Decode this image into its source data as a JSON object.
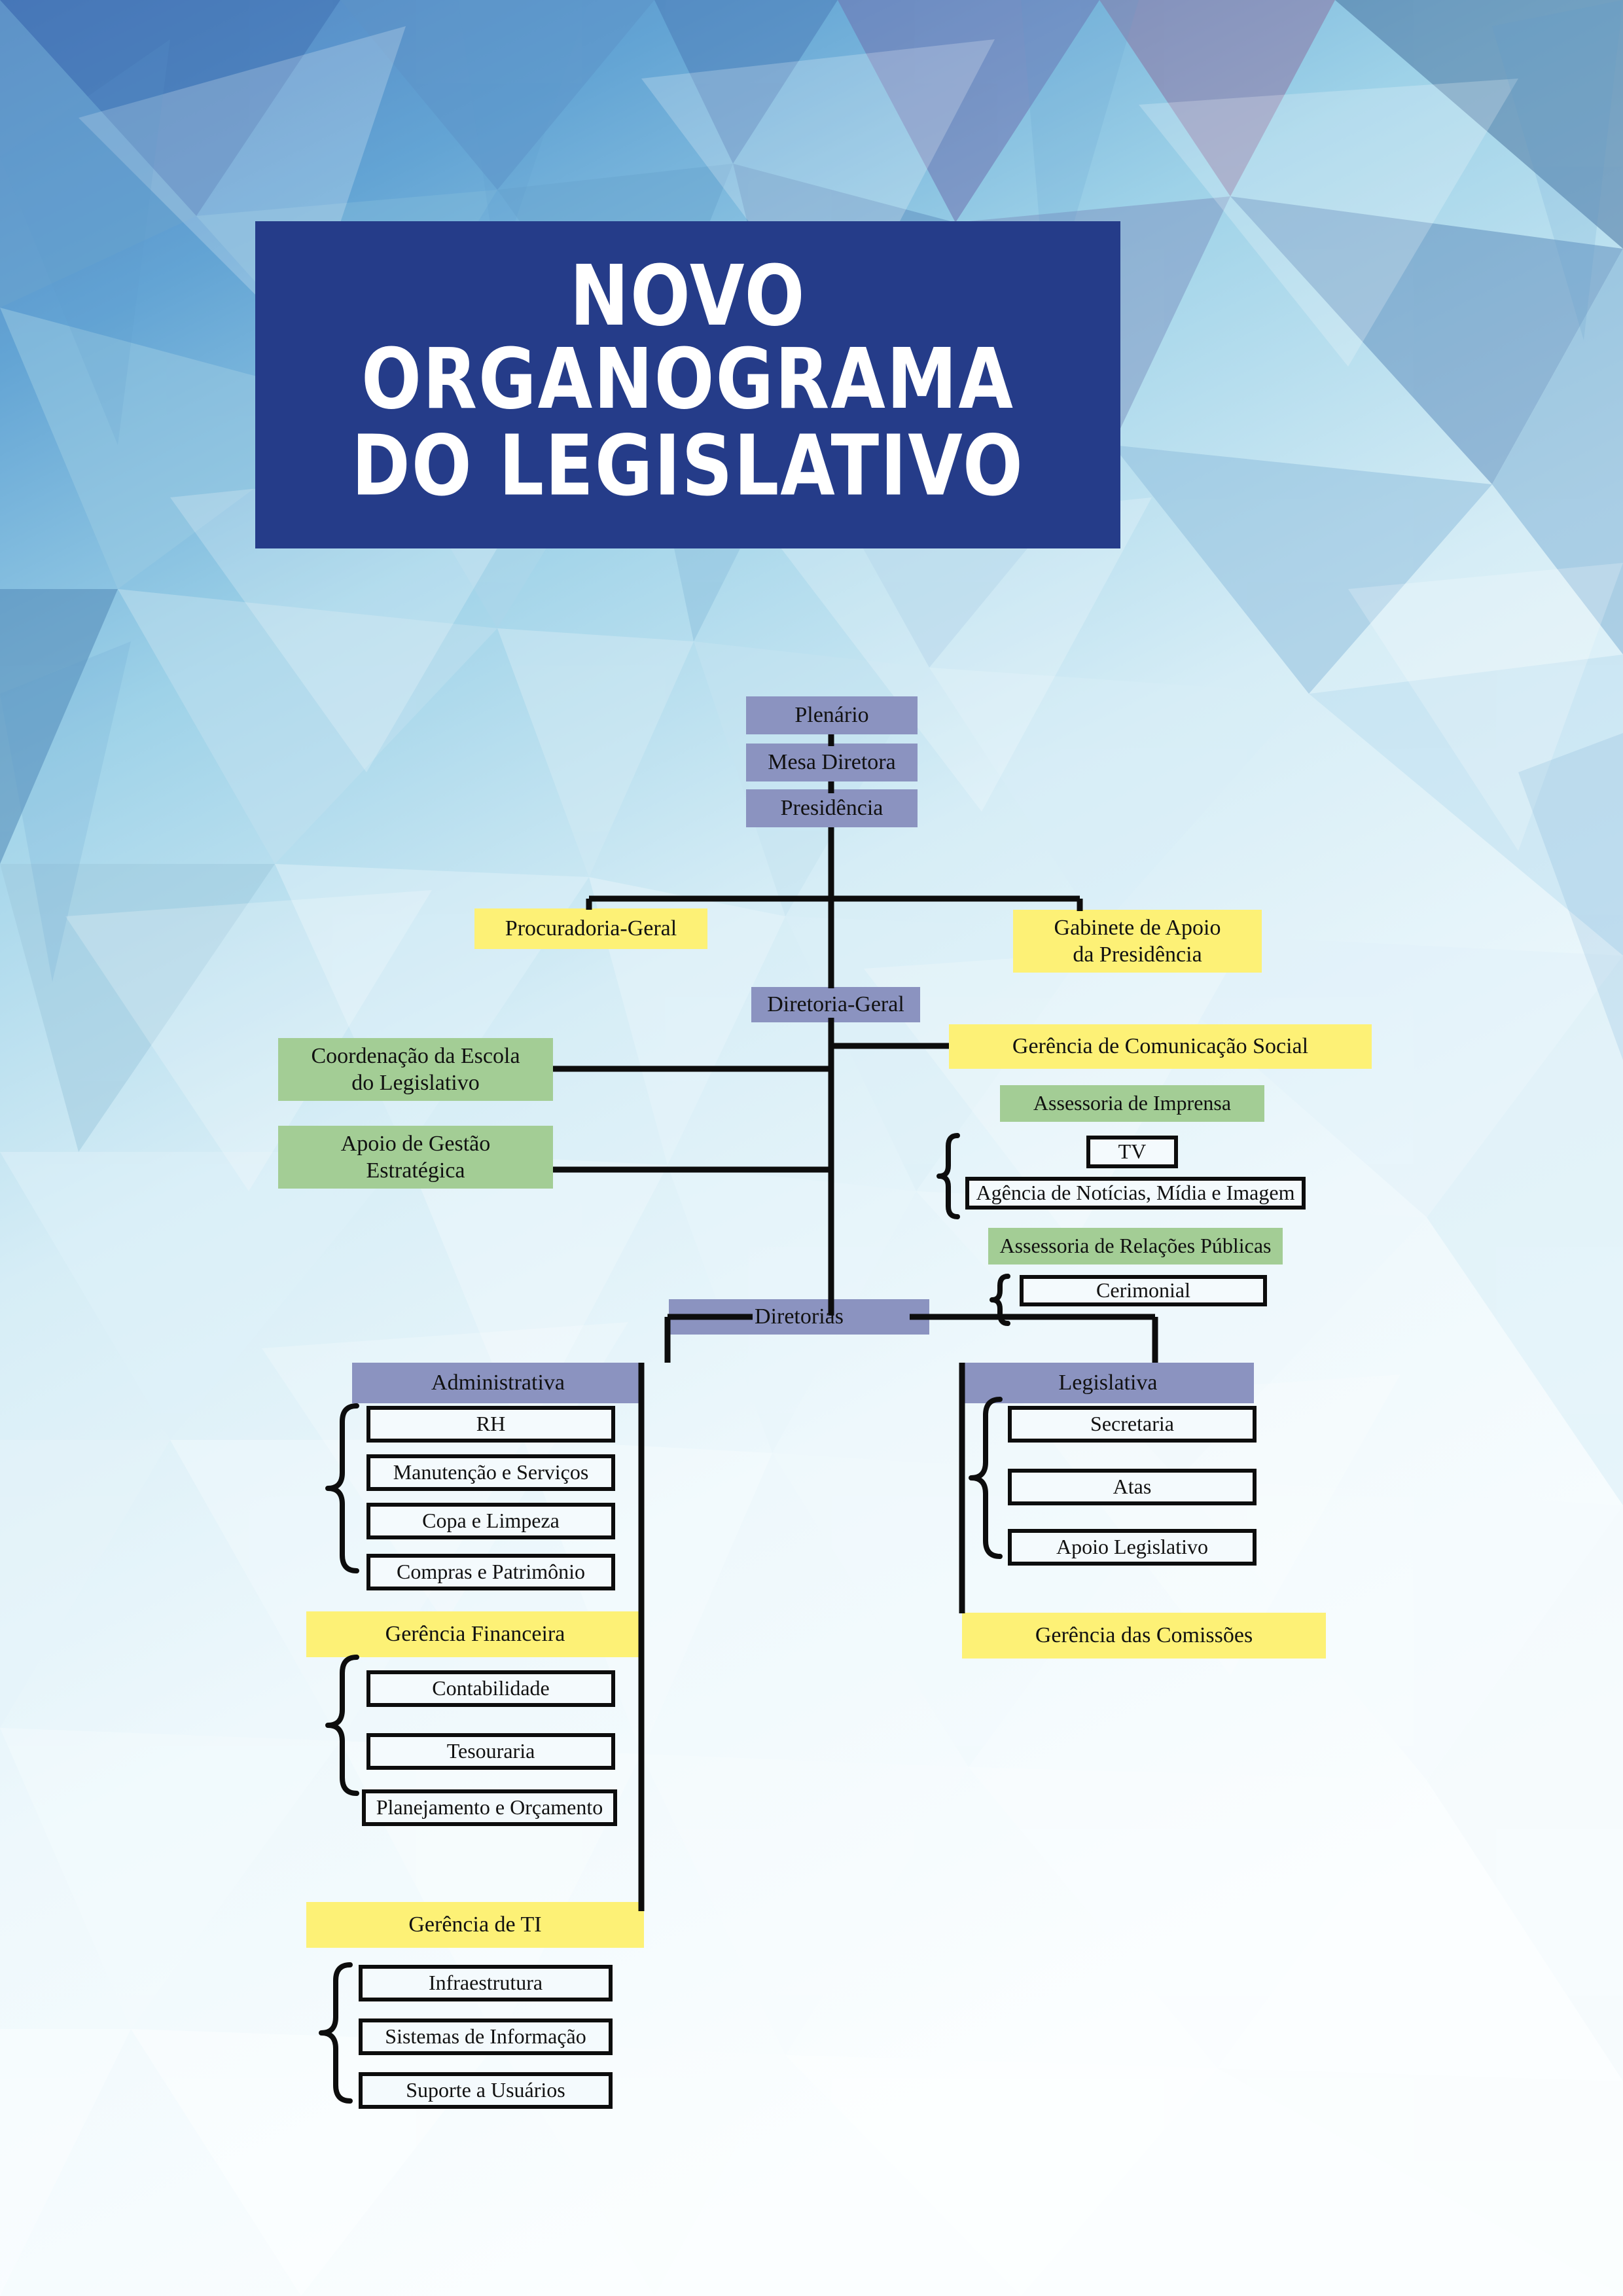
{
  "title": {
    "line1": "NOVO ORGANOGRAMA",
    "line2": "DO LEGISLATIVO"
  },
  "colors": {
    "banner_bg": "#253c89",
    "banner_text": "#ffffff",
    "purple": "#8b93c0",
    "yellow": "#fdf176",
    "green": "#a3cd95",
    "white_box": "#f4fafd",
    "line": "#0d0d0d",
    "page_bg": "#eef7fb"
  },
  "chart_data": {
    "type": "diagram",
    "title": "NOVO ORGANOGRAMA DO LEGISLATIVO",
    "legend": [
      {
        "color": "#8b93c0",
        "meaning": "purple-level"
      },
      {
        "color": "#fdf176",
        "meaning": "yellow-level"
      },
      {
        "color": "#a3cd95",
        "meaning": "green-level"
      },
      {
        "color": "#f4fafd",
        "meaning": "white-outline-level"
      }
    ],
    "nodes": [
      {
        "id": "plenario",
        "label": "Plenário",
        "color": "purple"
      },
      {
        "id": "mesa",
        "label": "Mesa Diretora",
        "color": "purple"
      },
      {
        "id": "presidencia",
        "label": "Presidência",
        "color": "purple"
      },
      {
        "id": "procuradoria",
        "label": "Procuradoria-Geral",
        "color": "yellow"
      },
      {
        "id": "gabinete",
        "label": "Gabinete de Apoio\nda Presidência",
        "color": "yellow"
      },
      {
        "id": "diretoria_geral",
        "label": "Diretoria-Geral",
        "color": "purple"
      },
      {
        "id": "escola",
        "label": "Coordenação da Escola\ndo Legislativo",
        "color": "green"
      },
      {
        "id": "gestao",
        "label": "Apoio de Gestão\nEstratégica",
        "color": "green"
      },
      {
        "id": "gcs",
        "label": "Gerência de Comunicação Social",
        "color": "yellow"
      },
      {
        "id": "imprensa",
        "label": "Assessoria de Imprensa",
        "color": "green"
      },
      {
        "id": "tv",
        "label": "TV",
        "color": "white"
      },
      {
        "id": "agencia",
        "label": "Agência de Notícias, Mídia e Imagem",
        "color": "white"
      },
      {
        "id": "rp",
        "label": "Assessoria de Relações Públicas",
        "color": "green"
      },
      {
        "id": "cerimonial",
        "label": "Cerimonial",
        "color": "white"
      },
      {
        "id": "diretorias",
        "label": "Diretorias",
        "color": "purple"
      },
      {
        "id": "administrativa",
        "label": "Administrativa",
        "color": "purple"
      },
      {
        "id": "rh",
        "label": "RH",
        "color": "white"
      },
      {
        "id": "manutencao",
        "label": "Manutenção e Serviços",
        "color": "white"
      },
      {
        "id": "copa",
        "label": "Copa e Limpeza",
        "color": "white"
      },
      {
        "id": "compras",
        "label": "Compras e Patrimônio",
        "color": "white"
      },
      {
        "id": "gfin",
        "label": "Gerência Financeira",
        "color": "yellow"
      },
      {
        "id": "contabilidade",
        "label": "Contabilidade",
        "color": "white"
      },
      {
        "id": "tesouraria",
        "label": "Tesouraria",
        "color": "white"
      },
      {
        "id": "planejamento",
        "label": "Planejamento e Orçamento",
        "color": "white"
      },
      {
        "id": "gti",
        "label": "Gerência de TI",
        "color": "yellow"
      },
      {
        "id": "infra",
        "label": "Infraestrutura",
        "color": "white"
      },
      {
        "id": "sistemas",
        "label": "Sistemas de Informação",
        "color": "white"
      },
      {
        "id": "suporte",
        "label": "Suporte a Usuários",
        "color": "white"
      },
      {
        "id": "legislativa",
        "label": "Legislativa",
        "color": "purple"
      },
      {
        "id": "secretaria",
        "label": "Secretaria",
        "color": "white"
      },
      {
        "id": "atas",
        "label": "Atas",
        "color": "white"
      },
      {
        "id": "apoio_leg",
        "label": "Apoio Legislativo",
        "color": "white"
      },
      {
        "id": "gcomissoes",
        "label": "Gerência das Comissões",
        "color": "yellow"
      }
    ],
    "edges": [
      {
        "from": "plenario",
        "to": "mesa"
      },
      {
        "from": "mesa",
        "to": "presidencia"
      },
      {
        "from": "presidencia",
        "to": "procuradoria"
      },
      {
        "from": "presidencia",
        "to": "gabinete"
      },
      {
        "from": "presidencia",
        "to": "diretoria_geral"
      },
      {
        "from": "diretoria_geral",
        "to": "gcs"
      },
      {
        "from": "diretoria_geral",
        "to": "escola"
      },
      {
        "from": "diretoria_geral",
        "to": "gestao"
      },
      {
        "from": "diretoria_geral",
        "to": "diretorias"
      },
      {
        "from": "gcs",
        "to": "imprensa"
      },
      {
        "from": "imprensa",
        "to": "tv"
      },
      {
        "from": "imprensa",
        "to": "agencia"
      },
      {
        "from": "gcs",
        "to": "rp"
      },
      {
        "from": "rp",
        "to": "cerimonial"
      },
      {
        "from": "diretorias",
        "to": "administrativa"
      },
      {
        "from": "diretorias",
        "to": "legislativa"
      },
      {
        "from": "administrativa",
        "to": "rh"
      },
      {
        "from": "administrativa",
        "to": "manutencao"
      },
      {
        "from": "administrativa",
        "to": "copa"
      },
      {
        "from": "administrativa",
        "to": "compras"
      },
      {
        "from": "administrativa",
        "to": "gfin"
      },
      {
        "from": "gfin",
        "to": "contabilidade"
      },
      {
        "from": "gfin",
        "to": "tesouraria"
      },
      {
        "from": "gfin",
        "to": "planejamento"
      },
      {
        "from": "administrativa",
        "to": "gti"
      },
      {
        "from": "gti",
        "to": "infra"
      },
      {
        "from": "gti",
        "to": "sistemas"
      },
      {
        "from": "gti",
        "to": "suporte"
      },
      {
        "from": "legislativa",
        "to": "secretaria"
      },
      {
        "from": "legislativa",
        "to": "atas"
      },
      {
        "from": "legislativa",
        "to": "apoio_leg"
      },
      {
        "from": "legislativa",
        "to": "gcomissoes"
      }
    ]
  },
  "nodes": {
    "plenario": "Plenário",
    "mesa": "Mesa Diretora",
    "presidencia": "Presidência",
    "procuradoria": "Procuradoria-Geral",
    "gabinete_l1": "Gabinete de Apoio",
    "gabinete_l2": "da Presidência",
    "diretoria_geral": "Diretoria-Geral",
    "escola_l1": "Coordenação da Escola",
    "escola_l2": "do Legislativo",
    "gestao_l1": "Apoio de Gestão",
    "gestao_l2": "Estratégica",
    "gcs": "Gerência de Comunicação Social",
    "imprensa": "Assessoria de Imprensa",
    "tv": "TV",
    "agencia": "Agência de Notícias, Mídia e Imagem",
    "rp": "Assessoria de Relações Públicas",
    "cerimonial": "Cerimonial",
    "diretorias": "Diretorias",
    "administrativa": "Administrativa",
    "rh": "RH",
    "manutencao": "Manutenção e Serviços",
    "copa": "Copa e Limpeza",
    "compras": "Compras e Patrimônio",
    "gfin": "Gerência Financeira",
    "contabilidade": "Contabilidade",
    "tesouraria": "Tesouraria",
    "planejamento": "Planejamento e Orçamento",
    "gti": "Gerência de TI",
    "infra": "Infraestrutura",
    "sistemas": "Sistemas de Informação",
    "suporte": "Suporte a Usuários",
    "legislativa": "Legislativa",
    "secretaria": "Secretaria",
    "atas": "Atas",
    "apoio_leg": "Apoio Legislativo",
    "gcomissoes": "Gerência das Comissões"
  }
}
